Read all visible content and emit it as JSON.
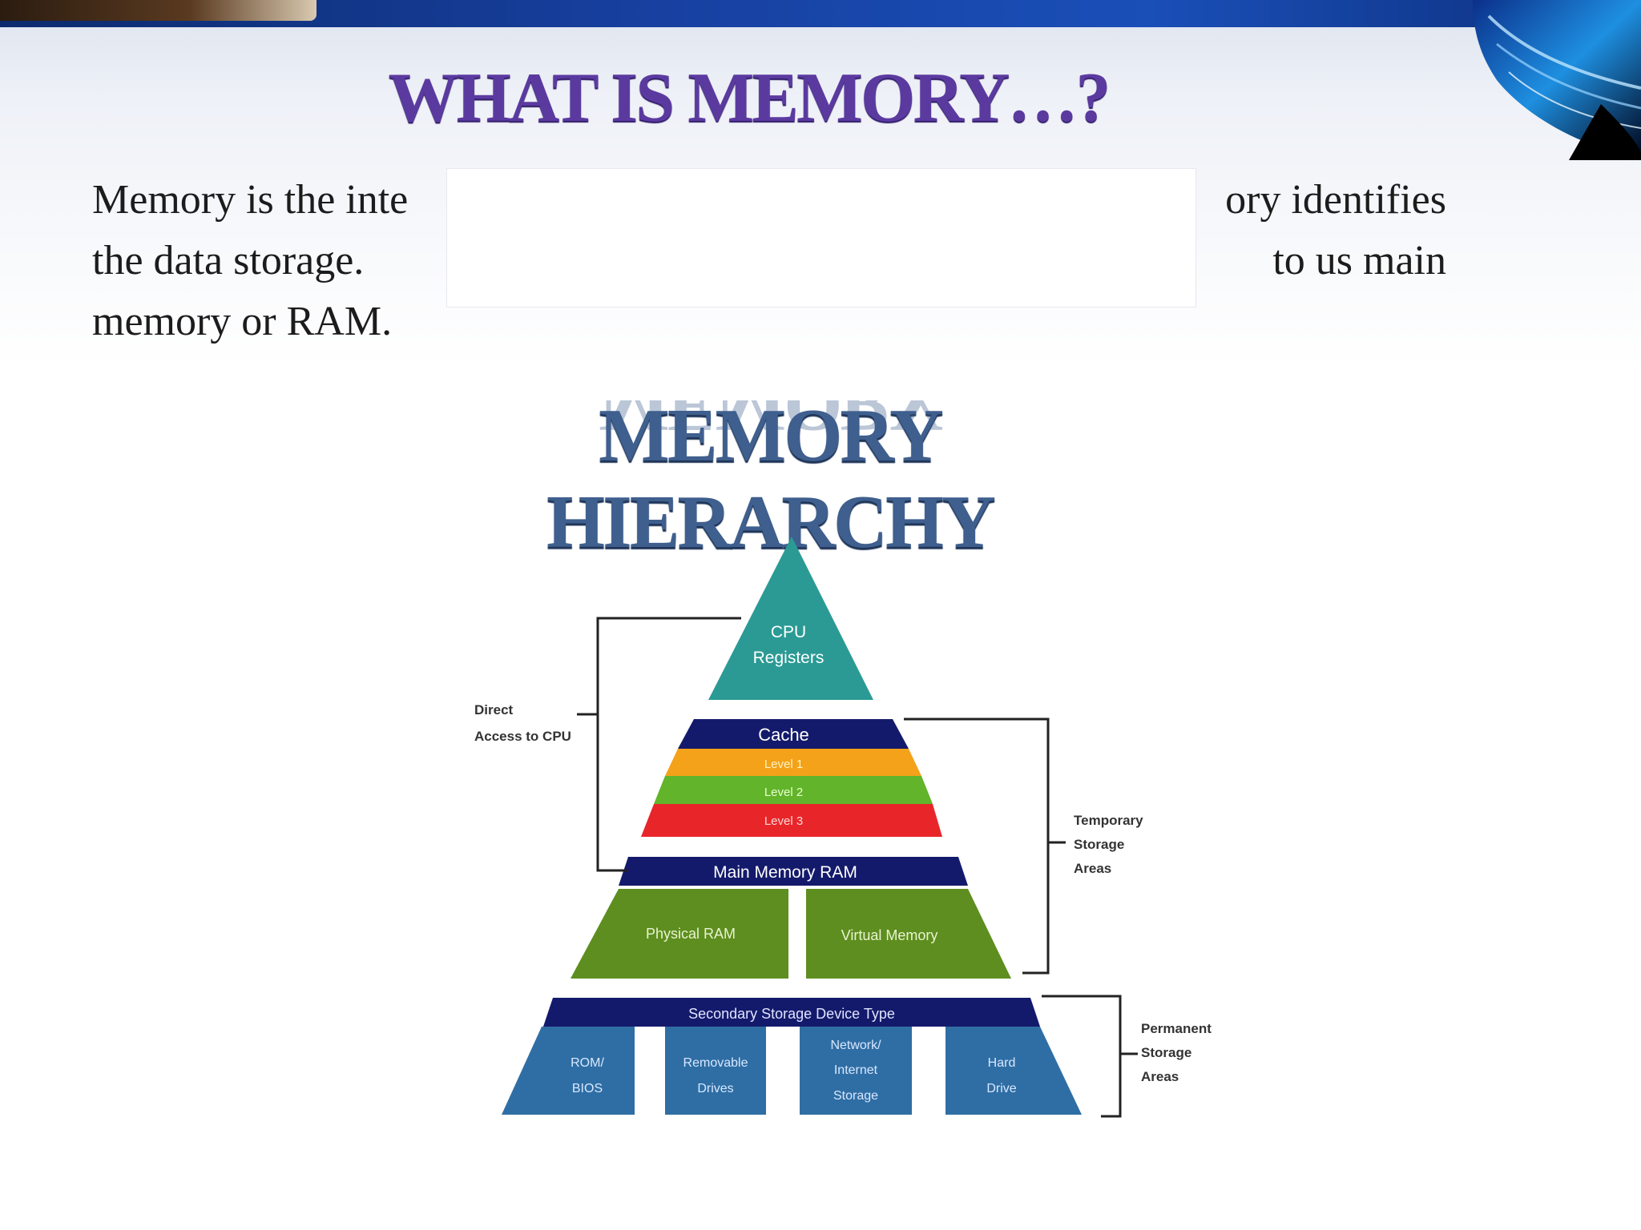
{
  "slide": {
    "title": "WHAT IS MEMORY…?",
    "intro_lines": [
      {
        "left": "Memory is the inte",
        "right": "ory identifies"
      },
      {
        "left": "the data storage.",
        "right": "to us main"
      },
      {
        "left": "memory or RAM.",
        "right": ""
      }
    ],
    "subtitle": "MEMORY HIERARCHY"
  },
  "diagram": {
    "apex": {
      "line1": "CPU",
      "line2": "Registers"
    },
    "cache": {
      "header": "Cache",
      "levels": [
        "Level 1",
        "Level 2",
        "Level 3"
      ]
    },
    "main_memory": {
      "header": "Main Memory RAM",
      "parts": [
        "Physical RAM",
        "Virtual Memory"
      ]
    },
    "secondary": {
      "header": "Secondary Storage Device Type",
      "devices": [
        {
          "line1": "ROM/",
          "line2": "BIOS",
          "line3": ""
        },
        {
          "line1": "Removable",
          "line2": "Drives",
          "line3": ""
        },
        {
          "line1": "Network/",
          "line2": "Internet",
          "line3": "Storage"
        },
        {
          "line1": "Hard",
          "line2": "Drive",
          "line3": ""
        }
      ]
    },
    "brackets": {
      "direct": {
        "line1": "Direct",
        "line2": "Access to CPU"
      },
      "temporary": {
        "line1": "Temporary",
        "line2": "Storage",
        "line3": "Areas"
      },
      "permanent": {
        "line1": "Permanent",
        "line2": "Storage",
        "line3": "Areas"
      }
    }
  },
  "colors": {
    "teal": "#2b9a94",
    "navy": "#141a6b",
    "orange": "#f4a21a",
    "green_level": "#62b42a",
    "red": "#e8262a",
    "olive_green": "#5e8e1f",
    "steel_blue": "#2f6ea4",
    "title_purple": "#5b3aa0",
    "subtitle_blue": "#3f5f8e"
  }
}
